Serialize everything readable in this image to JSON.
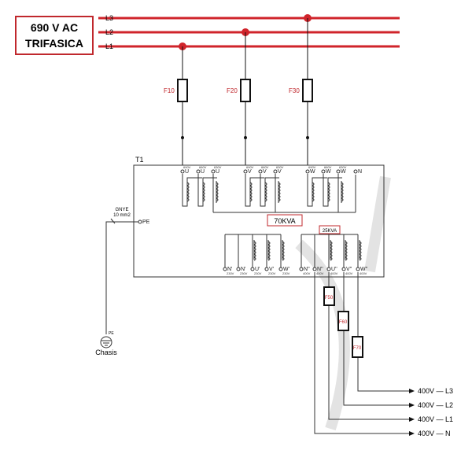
{
  "title": {
    "line1": "690 V AC",
    "line2": "TRIFASICA"
  },
  "buses": [
    "L3",
    "L2",
    "L1"
  ],
  "fuses_in": [
    "F10",
    "F20",
    "F30"
  ],
  "transformer": {
    "name": "T1",
    "primary_terminals": [
      {
        "label": "U",
        "voltage": "690V"
      },
      {
        "label": "U",
        "voltage": "660V"
      },
      {
        "label": "U",
        "voltage": "630V"
      },
      {
        "label": "V",
        "voltage": "690V"
      },
      {
        "label": "V",
        "voltage": "660V"
      },
      {
        "label": "V",
        "voltage": "630V"
      },
      {
        "label": "W",
        "voltage": "690V"
      },
      {
        "label": "W",
        "voltage": "660V"
      },
      {
        "label": "W",
        "voltage": "630V"
      },
      {
        "label": "N",
        "voltage": ""
      }
    ],
    "primary_rating": "70KVA",
    "secondary_rating": "25KVA",
    "secondary_terminals": [
      {
        "label": "N'",
        "voltage": "230V"
      },
      {
        "label": "N'",
        "voltage": "230V"
      },
      {
        "label": "U'",
        "voltage": "230V"
      },
      {
        "label": "V'",
        "voltage": "230V"
      },
      {
        "label": "W'",
        "voltage": "230V"
      },
      {
        "label": "N''",
        "voltage": "400V"
      },
      {
        "label": "N''",
        "voltage": "400V"
      },
      {
        "label": "U''",
        "voltage": "400V"
      },
      {
        "label": "V''",
        "voltage": "400V"
      },
      {
        "label": "W''",
        "voltage": "400V"
      }
    ],
    "pe_terminal": "PE"
  },
  "ground": {
    "cable": "GNYE",
    "section": "10 mm2",
    "pe": "PE",
    "label": "Chasis"
  },
  "fuses_out": [
    "F50",
    "F60",
    "F70"
  ],
  "outputs": [
    {
      "voltage": "400V",
      "line": "L3"
    },
    {
      "voltage": "400V",
      "line": "L2"
    },
    {
      "voltage": "400V",
      "line": "L1"
    },
    {
      "voltage": "400V",
      "line": "N"
    }
  ],
  "colors": {
    "bus": "#d0242b",
    "label": "#a0282d"
  }
}
